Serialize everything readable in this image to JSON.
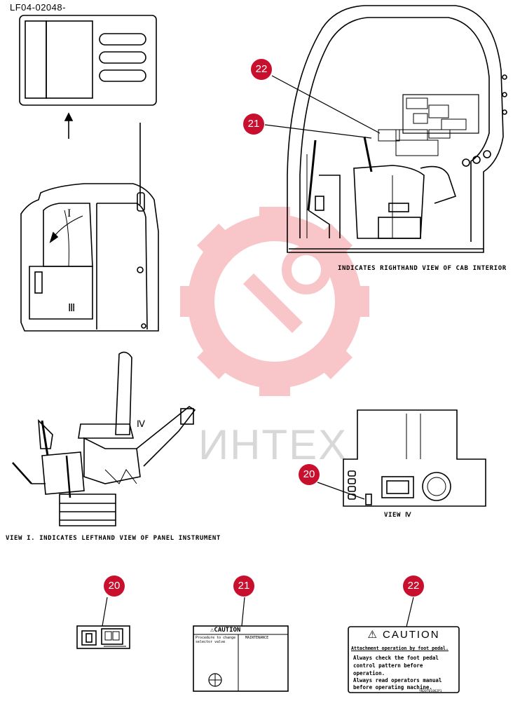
{
  "document": {
    "code": "LF04-02048-"
  },
  "captions": {
    "right_view": "INDICATES RIGHTHAND VIEW OF CAB INTERIOR",
    "left_view": "VIEW I. INDICATES LEFTHAND VIEW OF PANEL INSTRUMENT",
    "view_iv": "VIEW Ⅳ"
  },
  "roman_markers": {
    "i": "I",
    "iii": "Ⅲ",
    "iv": "Ⅳ"
  },
  "callouts": {
    "c20": "20",
    "c21": "21",
    "c22": "22"
  },
  "watermark": {
    "text": "ИНТЕХ",
    "color": "#e8363c"
  },
  "labels": {
    "label_21": {
      "title": "⚠CAUTION",
      "left_lines": [
        "Procedure to change",
        "selector valve"
      ],
      "right_heading": "MAINTENANCE"
    },
    "label_22": {
      "title": "⚠ CAUTION",
      "line1": "Attachment operation by foot pedal.",
      "line2": "Always check the foot pedal",
      "line3": "control pattern before",
      "line4": "operation.",
      "line5": "Always read operators manual",
      "line6": "before operating machine.",
      "code": "YN20T01062P1"
    }
  },
  "colors": {
    "callout": "#c8102e",
    "line": "#000000"
  }
}
